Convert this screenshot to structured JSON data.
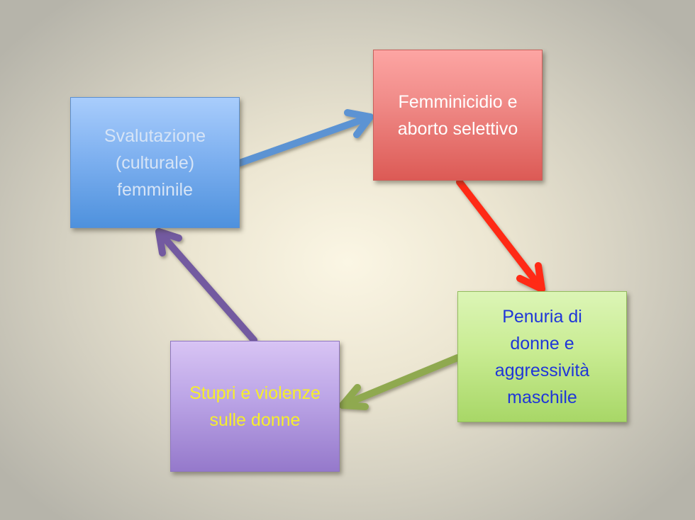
{
  "diagram": {
    "type": "cycle",
    "nodes": [
      {
        "id": "svalutazione",
        "label": "Svalutazione\n(culturale)\nfemminile",
        "fill": "#7fb1f0",
        "text_color": "#d6e4f6"
      },
      {
        "id": "femminicidio",
        "label": "Femminicidio e\naborto selettivo",
        "fill": "#f08b88",
        "text_color": "#ffffff"
      },
      {
        "id": "penuria",
        "label": "Penuria di\ndonne e\naggressività\nmaschile",
        "fill": "#c9ec93",
        "text_color": "#1f36d8"
      },
      {
        "id": "stupri",
        "label": "Stupri e violenze\nsulle donne",
        "fill": "#bba4e6",
        "text_color": "#f6ee2c"
      }
    ],
    "edges": [
      {
        "from": "svalutazione",
        "to": "femminicidio",
        "color": "#5b93d3"
      },
      {
        "from": "femminicidio",
        "to": "penuria",
        "color": "#ff2a12"
      },
      {
        "from": "penuria",
        "to": "stupri",
        "color": "#8fa94f"
      },
      {
        "from": "stupri",
        "to": "svalutazione",
        "color": "#735aa0"
      }
    ]
  }
}
